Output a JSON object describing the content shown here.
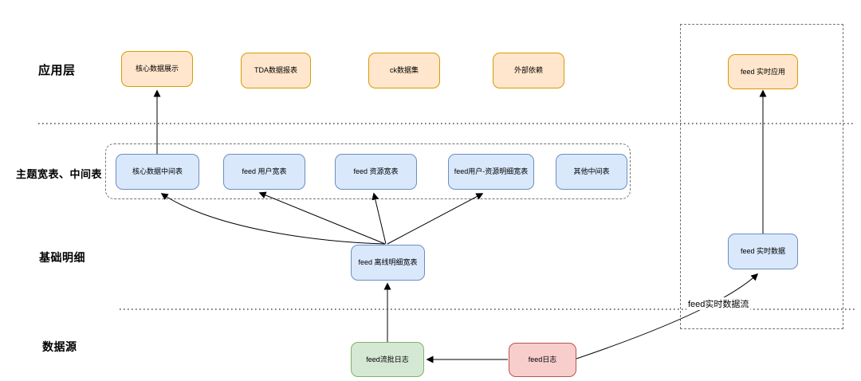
{
  "diagram": {
    "layer_labels": [
      {
        "text": "应用层"
      },
      {
        "text": "主题宽表、中间表"
      },
      {
        "text": "基础明细"
      },
      {
        "text": "数据源"
      }
    ],
    "nodes": [
      {
        "label": "核心数据展示",
        "palette": "orange"
      },
      {
        "label": "TDA数据报表",
        "palette": "orange"
      },
      {
        "label": "ck数据集",
        "palette": "orange"
      },
      {
        "label": "外部依赖",
        "palette": "orange"
      },
      {
        "label": "feed 实时应用",
        "palette": "orange"
      },
      {
        "label": "核心数据中间表",
        "palette": "blue"
      },
      {
        "label": "feed 用户宽表",
        "palette": "blue"
      },
      {
        "label": "feed 资源宽表",
        "palette": "blue"
      },
      {
        "label": "feed用户-资源明细宽表",
        "palette": "blue"
      },
      {
        "label": "其他中间表",
        "palette": "blue"
      },
      {
        "label": "feed 离线明细宽表",
        "palette": "blue"
      },
      {
        "label": "feed 实时数据",
        "palette": "blue"
      },
      {
        "label": "feed流批日志",
        "palette": "green"
      },
      {
        "label": "feed日志",
        "palette": "red"
      }
    ],
    "edge_label": "feed实时数据流",
    "colors": {
      "orange_fill": "#ffe6cc",
      "orange_stroke": "#d79b00",
      "blue_fill": "#dae8fc",
      "blue_stroke": "#6c8ebf",
      "green_fill": "#d5e8d4",
      "green_stroke": "#82b366",
      "red_fill": "#f8cecc",
      "red_stroke": "#b85450",
      "line": "#000000",
      "divider": "#4d4d4d",
      "group_border": "#737373",
      "text": "#000000",
      "background": "#ffffff"
    }
  }
}
